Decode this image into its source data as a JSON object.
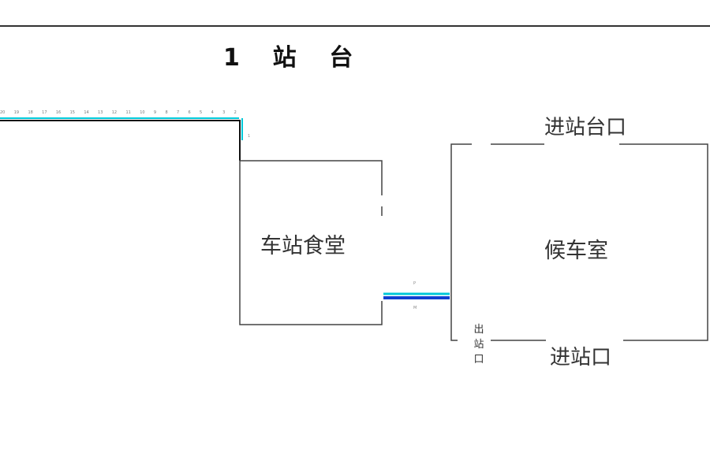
{
  "title": "1    站    台",
  "rooms": {
    "canteen": "车站食堂",
    "waiting": "候车室"
  },
  "gates": {
    "platform_entrance": "进站台口",
    "entrance": "进站口",
    "exit": "出站口"
  },
  "track_numbers": [
    "20",
    "19",
    "18",
    "17",
    "16",
    "15",
    "14",
    "13",
    "12",
    "11",
    "10",
    "9",
    "8",
    "7",
    "6",
    "5",
    "4",
    "3",
    "2"
  ],
  "small_marks": {
    "corner_mark": "1",
    "bridge_top": "P",
    "bridge_bottom": "M"
  },
  "colors": {
    "wall": "#444444",
    "rail_cyan": "#00c8d8",
    "rail_blue": "#1040d0",
    "rail_dark": "#111111"
  }
}
